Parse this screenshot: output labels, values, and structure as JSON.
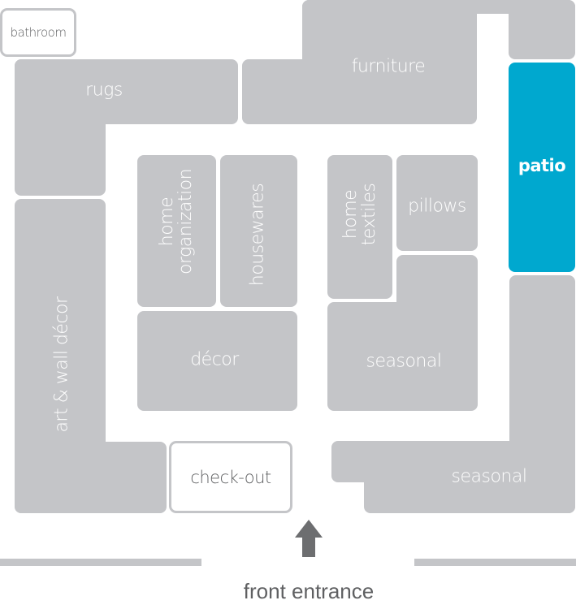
{
  "map": {
    "colors": {
      "department": "#c4c5c8",
      "highlight": "#00a8cf",
      "label_light": "#ffffff",
      "label_dark": "#5f6062",
      "arrow": "#6d6e70"
    },
    "departments": {
      "bathroom": "bathroom",
      "rugs": "rugs",
      "furniture": "furniture",
      "patio": "patio",
      "home_organization": [
        "home",
        "organization"
      ],
      "housewares": "housewares",
      "decor": "décor",
      "home_textiles": [
        "home",
        "textiles"
      ],
      "pillows": "pillows",
      "seasonal_center": "seasonal",
      "art_wall_decor": "art & wall décor",
      "check_out": "check-out",
      "seasonal_corner": "seasonal"
    },
    "highlighted_department": "patio",
    "entrance": {
      "label": "front entrance",
      "arrow_icon": "up-arrow-icon"
    }
  }
}
